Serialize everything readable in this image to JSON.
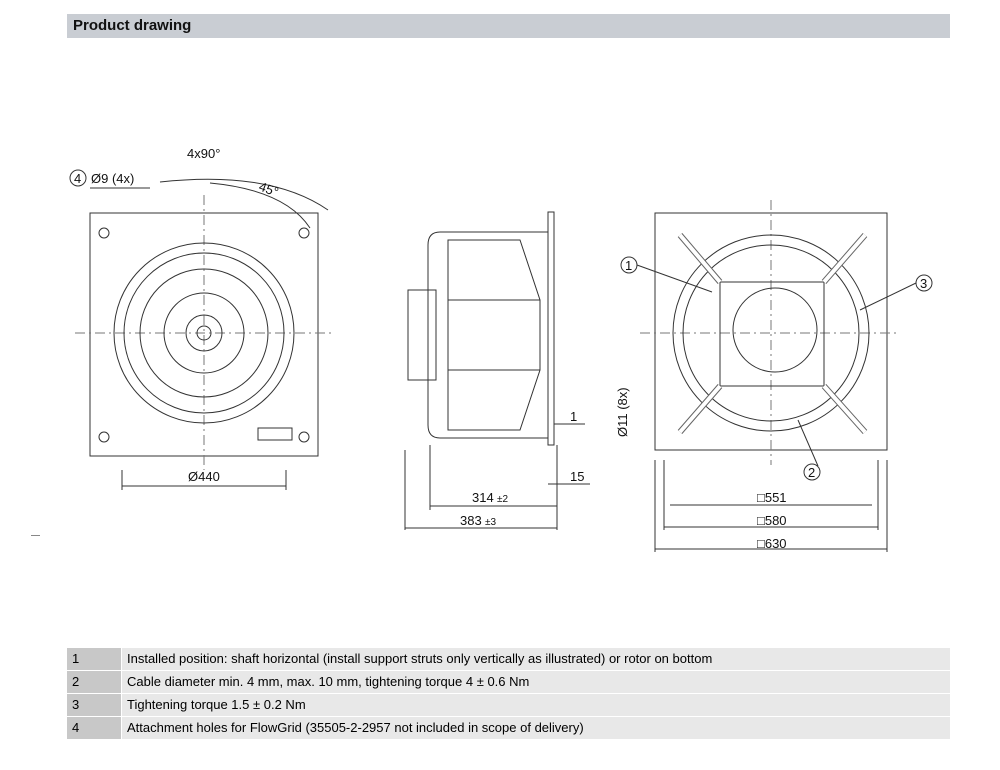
{
  "header": {
    "title": "Product drawing"
  },
  "drawing": {
    "front": {
      "callout": "4",
      "hole": "Ø9 (4x)",
      "angle_total": "4x90°",
      "angle": "45°",
      "diameter": "Ø440"
    },
    "side": {
      "d314": "314",
      "t314": "±2",
      "d383": "383",
      "t383": "±3",
      "d15": "15",
      "d1": "1"
    },
    "rear": {
      "holes": "Ø11 (8x)",
      "c1": "1",
      "c2": "2",
      "c3": "3",
      "s551": "□551",
      "s580": "□580",
      "s630": "□630"
    }
  },
  "notes": [
    {
      "num": "1",
      "text": "Installed position: shaft horizontal (install support struts only vertically as illustrated) or rotor on bottom"
    },
    {
      "num": "2",
      "text": "Cable diameter min. 4 mm, max. 10 mm, tightening torque 4 ± 0.6 Nm"
    },
    {
      "num": "3",
      "text": "Tightening torque 1.5 ± 0.2 Nm"
    },
    {
      "num": "4",
      "text": "Attachment holes for FlowGrid (35505-2-2957 not included in scope of delivery)"
    }
  ]
}
